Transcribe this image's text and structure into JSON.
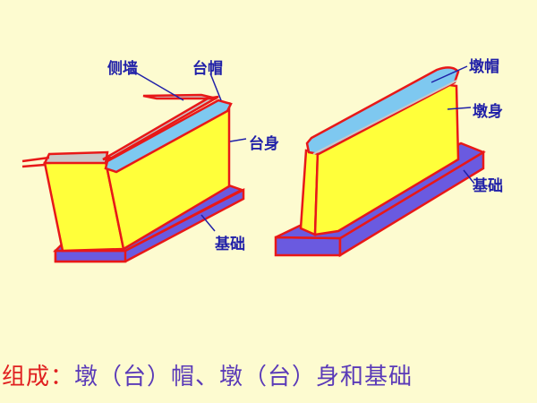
{
  "diagram": {
    "abutment": {
      "labels": {
        "side_wall": "侧墙",
        "cap": "台帽",
        "body": "台身",
        "foundation": "基础"
      }
    },
    "pier": {
      "labels": {
        "cap": "墩帽",
        "body": "墩身",
        "foundation": "基础"
      }
    },
    "colors": {
      "background": "#fdfbd0",
      "body_fill": "#ffff3a",
      "outline": "#e81818",
      "foundation_fill": "#6a5ae0",
      "cap_fill": "#7ec8f0",
      "side_wall_fill": "#c8c8c8",
      "label_color": "#2020a8"
    }
  },
  "caption": {
    "prefix": "组成：",
    "text": "墩（台）帽、墩（台）身和基础"
  }
}
